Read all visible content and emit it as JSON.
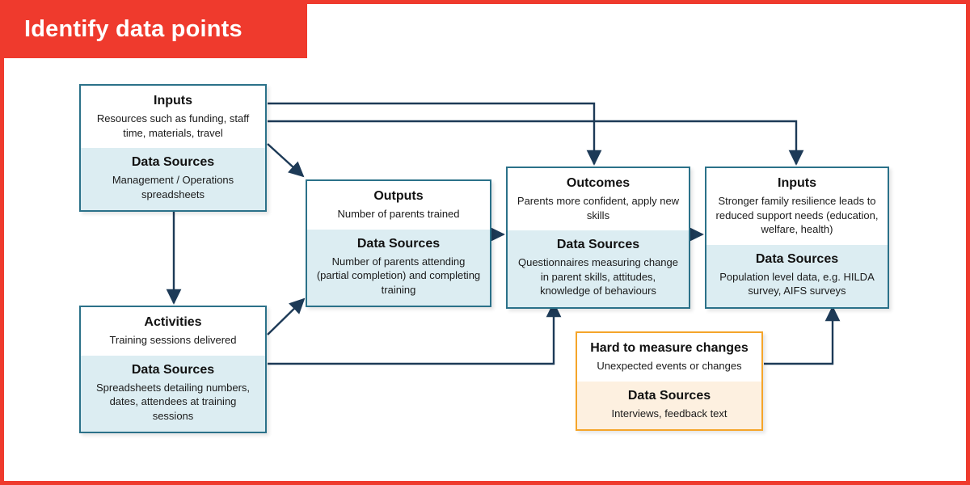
{
  "banner": {
    "title": "Identify data points",
    "color": "#ef3a2d"
  },
  "theme": {
    "background": "#f1f1f1",
    "pattern_color": "#ffffff",
    "node_border": "#2b7189",
    "node_data_fill": "#dcedf2",
    "warn_border": "#f5a52a",
    "warn_data_fill": "#fdf0e0",
    "connector": "#1d3a57"
  },
  "data_sources_label": "Data Sources",
  "nodes": [
    {
      "id": "inputs",
      "title": "Inputs",
      "body": "Resources such as funding, staff time, materials, travel",
      "data_sources_label": "Data Sources",
      "data_sources_body": "Management / Operations spreadsheets",
      "style": "teal"
    },
    {
      "id": "activities",
      "title": "Activities",
      "body": "Training sessions delivered",
      "data_sources_label": "Data Sources",
      "data_sources_body": "Spreadsheets detailing numbers, dates, attendees at training sessions",
      "style": "teal"
    },
    {
      "id": "outputs",
      "title": "Outputs",
      "body": "Number of parents trained",
      "data_sources_label": "Data Sources",
      "data_sources_body": "Number of parents attending (partial completion) and completing training",
      "style": "teal"
    },
    {
      "id": "outcomes",
      "title": "Outcomes",
      "body": "Parents more confident, apply new skills",
      "data_sources_label": "Data Sources",
      "data_sources_body": "Questionnaires measuring change in parent skills, attitudes, knowledge of behaviours",
      "style": "teal"
    },
    {
      "id": "impacts",
      "title": "Inputs",
      "body": "Stronger family resilience leads to reduced support needs (education, welfare, health)",
      "data_sources_label": "Data Sources",
      "data_sources_body": "Population level data, e.g. HILDA survey, AIFS surveys",
      "style": "teal"
    },
    {
      "id": "hard",
      "title": "Hard to measure changes",
      "body": "Unexpected events or changes",
      "data_sources_label": "Data Sources",
      "data_sources_body": "Interviews, feedback text",
      "style": "orange"
    }
  ],
  "connectors": [
    {
      "from": "inputs",
      "to": "outcomes",
      "kind": "elbow-right-down"
    },
    {
      "from": "inputs",
      "to": "impacts",
      "kind": "elbow-right-down"
    },
    {
      "from": "inputs",
      "to": "outputs",
      "kind": "diagonal"
    },
    {
      "from": "inputs",
      "to": "activities",
      "kind": "vertical"
    },
    {
      "from": "activities",
      "to": "outputs",
      "kind": "diagonal"
    },
    {
      "from": "activities",
      "to": "outcomes",
      "kind": "elbow-right-up"
    },
    {
      "from": "outputs",
      "to": "outcomes",
      "kind": "horizontal"
    },
    {
      "from": "outcomes",
      "to": "impacts",
      "kind": "horizontal"
    },
    {
      "from": "hard",
      "to": "impacts",
      "kind": "elbow-right-up"
    }
  ]
}
